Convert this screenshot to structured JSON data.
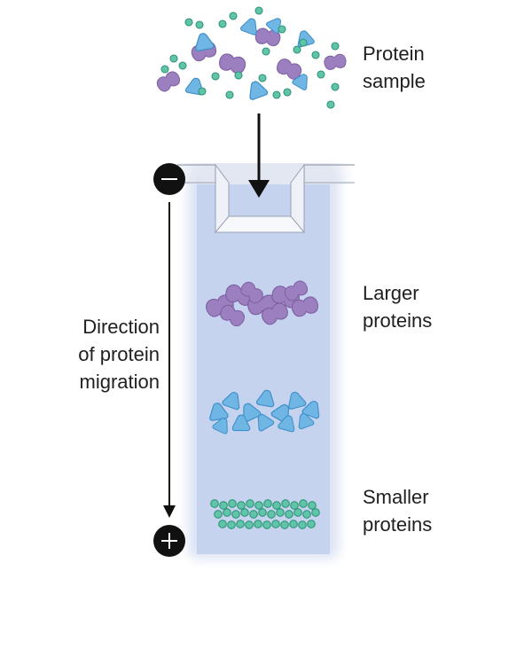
{
  "labels": {
    "sample": [
      "Protein",
      "sample"
    ],
    "larger": [
      "Larger",
      "proteins"
    ],
    "smaller": [
      "Smaller",
      "proteins"
    ],
    "direction": [
      "Direction",
      "of protein",
      "migration"
    ]
  },
  "electrodes": {
    "negative": "negative-electrode",
    "positive": "positive-electrode"
  },
  "colors": {
    "gel": "#c5d3ee",
    "gel_edge": "#dde5f6",
    "large_protein": "#9b7fbe",
    "large_protein_dark": "#7d5fa3",
    "medium_protein": "#6fb6e4",
    "medium_protein_dark": "#3f8fc9",
    "small_protein": "#5fc4a8",
    "small_protein_dark": "#2f9479",
    "electrode": "#111111",
    "arrow": "#111111"
  }
}
